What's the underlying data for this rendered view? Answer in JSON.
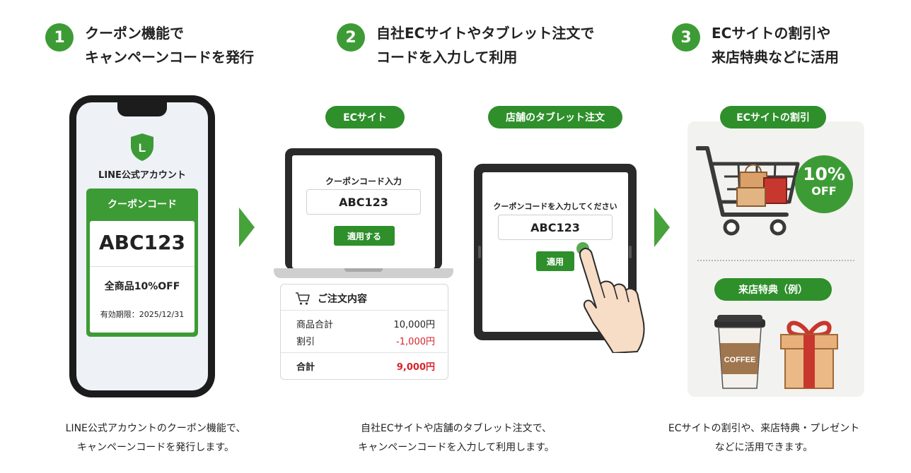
{
  "steps": [
    {
      "number": "1",
      "title": "クーポン機能で\nキャンペーンコードを発行"
    },
    {
      "number": "2",
      "title": "自社ECサイトやタブレット注文で\nコードを入力して利用"
    },
    {
      "number": "3",
      "title": "ECサイトの割引や\n来店特典などに活用"
    }
  ],
  "phone": {
    "logo_letter": "L",
    "account_name": "LINE公式アカウント",
    "coupon_header": "クーポンコード",
    "code": "ABC123",
    "offer": "全商品10%OFF",
    "expiry": "有効期限：2025/12/31"
  },
  "ec": {
    "pill": "ECサイト",
    "input_label": "クーポンコード入力",
    "code": "ABC123",
    "apply_button": "適用する"
  },
  "order": {
    "title": "ご注文内容",
    "rows": [
      {
        "label": "商品合計",
        "value": "10,000円"
      },
      {
        "label": "割引",
        "value": "-1,000円"
      }
    ],
    "total_label": "合計",
    "total_value": "9,000円",
    "red_color": "#d8232a"
  },
  "tablet": {
    "pill": "店舗のタブレット注文",
    "prompt": "クーポンコードを入力してください",
    "code": "ABC123",
    "apply_button": "適用"
  },
  "benefits": {
    "ec_pill": "ECサイトの割引",
    "badge_percent": "10%",
    "badge_off": "OFF",
    "store_pill": "来店特典（例）",
    "coffee_label": "COFFEE"
  },
  "captions": [
    "LINE公式アカウントのクーポン機能で、\nキャンペーンコードを発行します。",
    "自社ECサイトや店舗のタブレット注文で、\nキャンペーンコードを入力して利用します。",
    "ECサイトの割引や、来店特典・プレゼント\nなどに活用できます。"
  ],
  "colors": {
    "accent_green": "#3d9b35",
    "dark_green": "#2e8f2b",
    "discount_red": "#d8232a"
  }
}
